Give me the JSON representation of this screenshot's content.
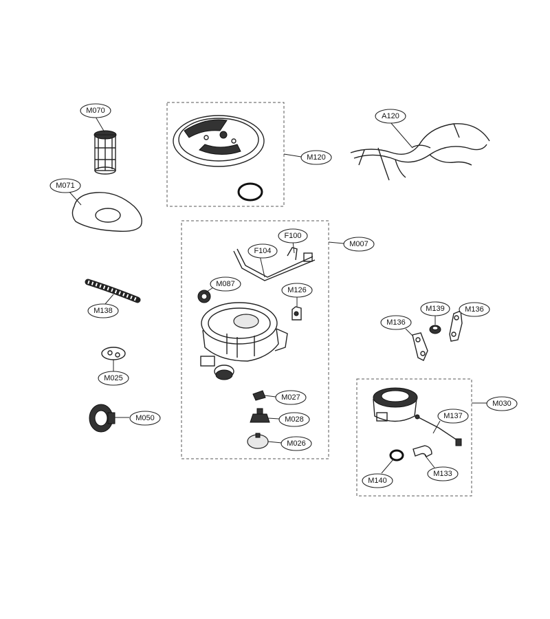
{
  "labels": {
    "M070": "M070",
    "M071": "M071",
    "M120": "M120",
    "A120": "A120",
    "M007": "M007",
    "F100": "F100",
    "F104": "F104",
    "M087": "M087",
    "M126": "M126",
    "M138": "M138",
    "M139": "M139",
    "M136a": "M136",
    "M136b": "M136",
    "M025": "M025",
    "M050": "M050",
    "M027": "M027",
    "M028": "M028",
    "M026": "M026",
    "M030": "M030",
    "M137": "M137",
    "M140": "M140",
    "M133": "M133"
  }
}
